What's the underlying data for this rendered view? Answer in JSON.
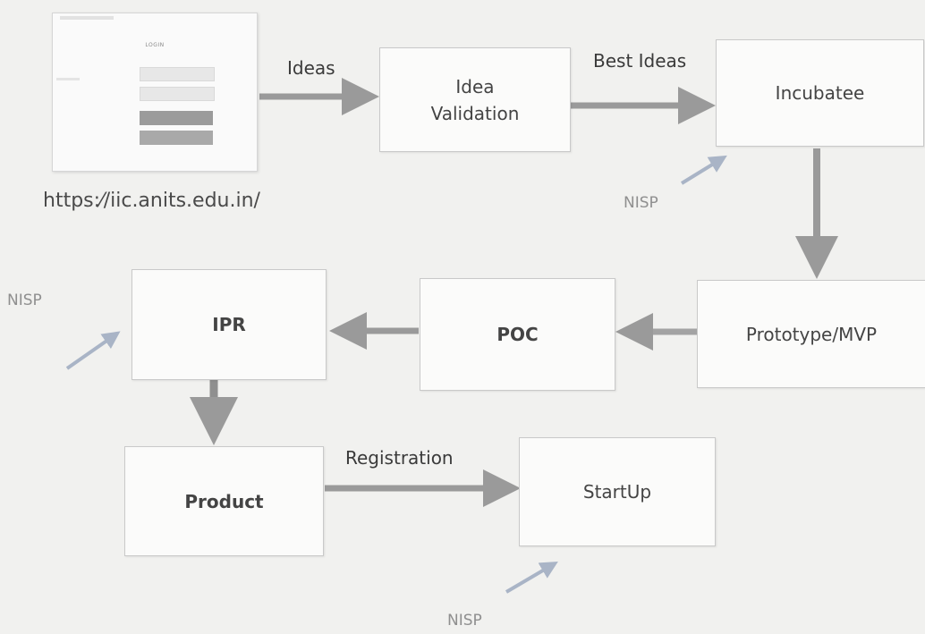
{
  "login_preview": {
    "title": "LOGIN"
  },
  "url": "https:⁄/iic.anits.edu.in/",
  "nodes": {
    "idea_validation": "Idea\nValidation",
    "incubatee": "Incubatee",
    "prototype": "Prototype/MVP",
    "poc": "POC",
    "ipr": "IPR",
    "product": "Product",
    "startup": "StartUp"
  },
  "edge_labels": {
    "ideas": "Ideas",
    "best_ideas": "Best Ideas",
    "registration": "Registration"
  },
  "annotations": {
    "nisp_incubatee": "NISP",
    "nisp_ipr": "NISP",
    "nisp_startup": "NISP"
  },
  "colors": {
    "arrow": "#9a9a9a",
    "nisp_arrow": "#a9b4c6",
    "box_border": "#c9c9c9"
  }
}
